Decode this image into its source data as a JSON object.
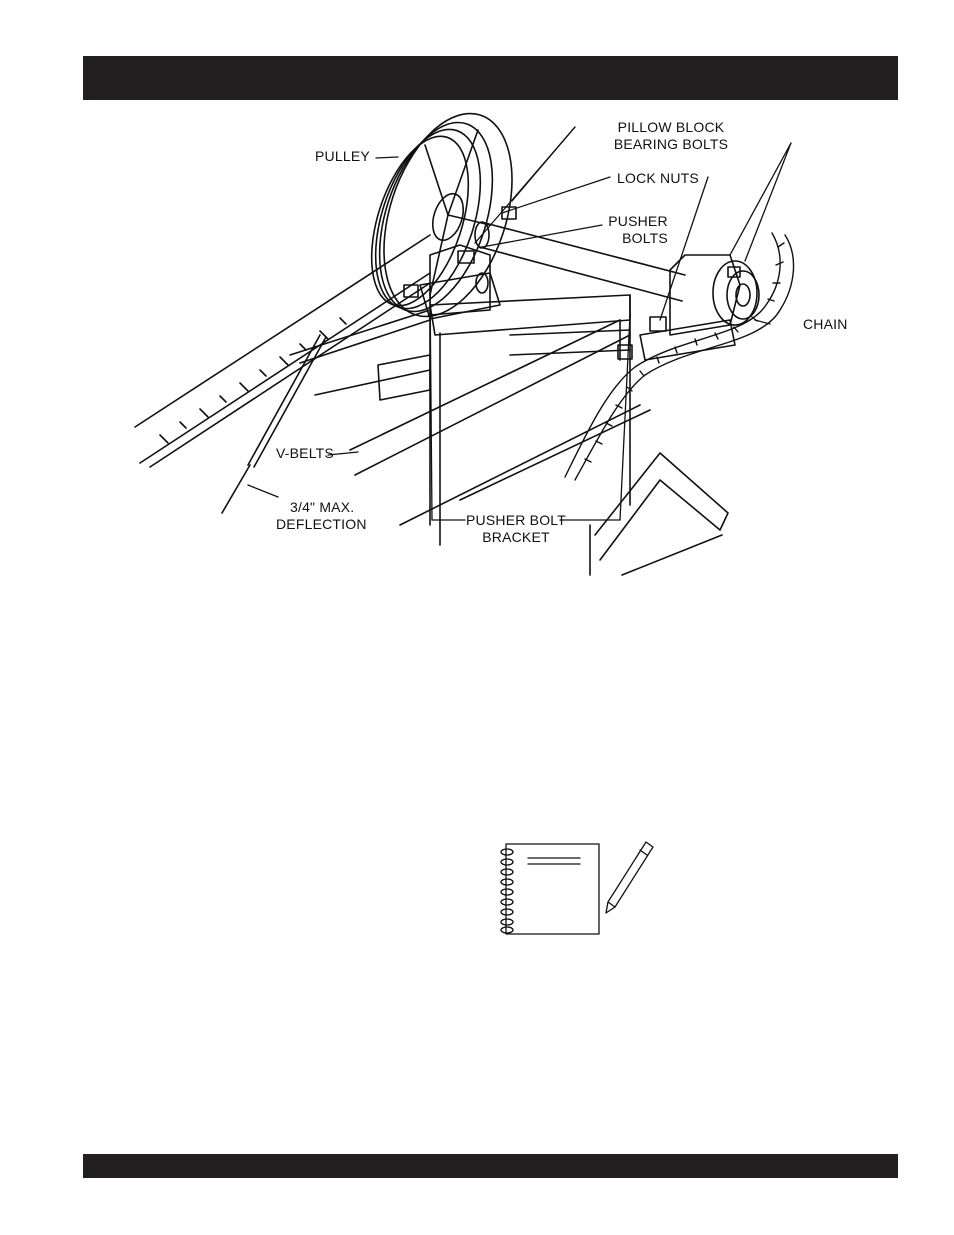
{
  "figure": {
    "labels": {
      "pulley": "PULLEY",
      "pillow_block_line1": "PILLOW BLOCK",
      "pillow_block_line2": "BEARING BOLTS",
      "lock_nuts": "LOCK NUTS",
      "pusher_bolts_line1": "PUSHER",
      "pusher_bolts_line2": "BOLTS",
      "chain": "CHAIN",
      "v_belts": "V-BELTS",
      "deflection_line1": "3/4\" MAX.",
      "deflection_line2": "DEFLECTION",
      "pusher_bracket_line1": "PUSHER BOLT",
      "pusher_bracket_line2": "BRACKET"
    }
  },
  "icons": {
    "figure": "pulley-chain-assembly-illustration",
    "notes": "notebook-pencil-icon"
  },
  "colors": {
    "header_bar": "#231f20",
    "footer_bar": "#231f20",
    "ink": "#111111"
  }
}
